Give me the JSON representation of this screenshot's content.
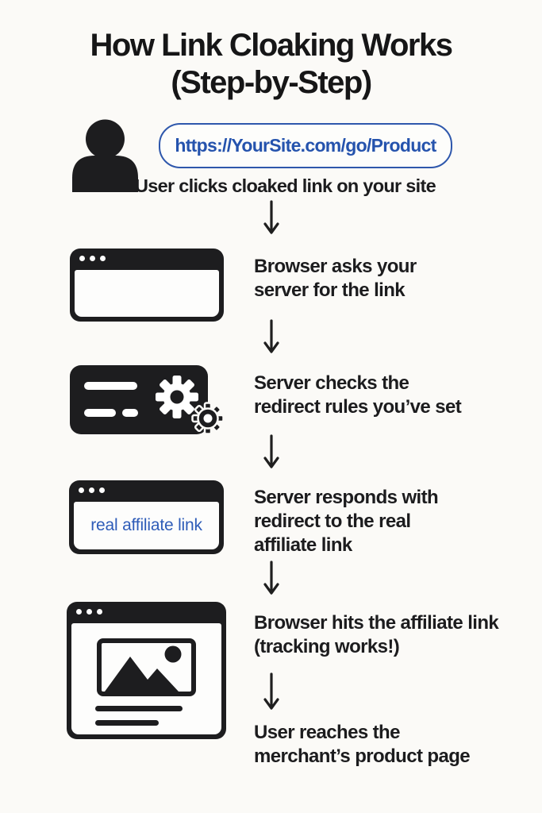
{
  "infographic": {
    "title": "How Link Cloaking Works\n(Step-by-Step)",
    "colors": {
      "background": "#fbfaf7",
      "ink": "#1c1c1e",
      "icon_black": "#1d1d1f",
      "url_blue": "#2553ad",
      "pill_border_blue": "#2e57ac",
      "affiliate_link_blue": "#2e5cb8",
      "arrow_black": "#1f1f1f"
    },
    "steps": [
      {
        "icon": "user-icon",
        "url_pill": "https://YourSite.com/go/Product",
        "caption": "User clicks cloaked link on your site"
      },
      {
        "icon": "browser-window-icon",
        "text": "Browser asks your\nserver for the link"
      },
      {
        "icon": "server-redirect-rules-icon",
        "text": "Server checks the\nredirect rules you’ve set"
      },
      {
        "icon": "browser-affiliate-link-icon",
        "icon_label": "real affiliate link",
        "text": "Server responds with\nredirect to the real\naffiliate link"
      },
      {
        "icon": "merchant-product-page-icon",
        "text": "Browser hits the affiliate link\n(tracking works!)"
      },
      {
        "text": "User reaches the\nmerchant’s product page"
      }
    ]
  }
}
